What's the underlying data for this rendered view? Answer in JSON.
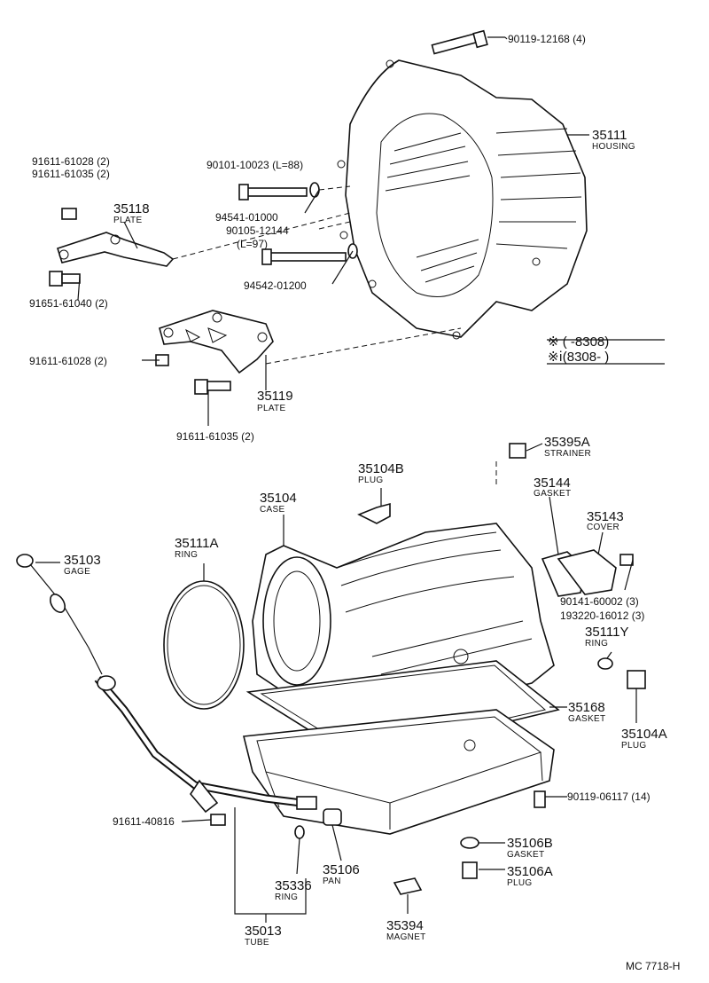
{
  "callouts": {
    "p35111": {
      "num": "35111",
      "name": "HOUSING"
    },
    "p35118": {
      "num": "35118",
      "name": "PLATE"
    },
    "p35119": {
      "num": "35119",
      "name": "PLATE"
    },
    "p35395A": {
      "num": "35395A",
      "name": "STRAINER"
    },
    "p35104B": {
      "num": "35104B",
      "name": "PLUG"
    },
    "p35144": {
      "num": "35144",
      "name": "GASKET"
    },
    "p35104": {
      "num": "35104",
      "name": "CASE"
    },
    "p35143": {
      "num": "35143",
      "name": "COVER"
    },
    "p35111A": {
      "num": "35111A",
      "name": "RING"
    },
    "p35103": {
      "num": "35103",
      "name": "GAGE"
    },
    "p35111Y": {
      "num": "35111Y",
      "name": "RING"
    },
    "p35168": {
      "num": "35168",
      "name": "GASKET"
    },
    "p35104A": {
      "num": "35104A",
      "name": "PLUG"
    },
    "p35106B": {
      "num": "35106B",
      "name": "GASKET"
    },
    "p35106": {
      "num": "35106",
      "name": "PAN"
    },
    "p35336": {
      "num": "35336",
      "name": "RING"
    },
    "p35106A": {
      "num": "35106A",
      "name": "PLUG"
    },
    "p35394": {
      "num": "35394",
      "name": "MAGNET"
    },
    "p35013": {
      "num": "35013",
      "name": "TUBE"
    }
  },
  "part_numbers": {
    "bolt_top": "90119-12168 (4)",
    "bolt_a1": "91611-61028 (2)",
    "bolt_a2": "91611-61035 (2)",
    "bolt_l88": "90101-10023 (L=88)",
    "washer_1": "94541-01000",
    "bolt_l97a": "90105-12144",
    "bolt_l97b": "(L=97)",
    "washer_2": "94542-01200",
    "bolt_b": "91651-61040 (2)",
    "bolt_c": "91611-61028 (2)",
    "bolt_d": "91611-61035 (2)",
    "cover_bolt1": "90141-60002 (3)",
    "cover_bolt2": "193220-16012 (3)",
    "pan_bolt": "90119-06117 (14)",
    "tube_bolt": "91611-40816"
  },
  "legend": {
    "row1": "※ (      -8308)",
    "row2": "※ⅰ(8308-      )"
  },
  "footer": "MC 7718-H"
}
